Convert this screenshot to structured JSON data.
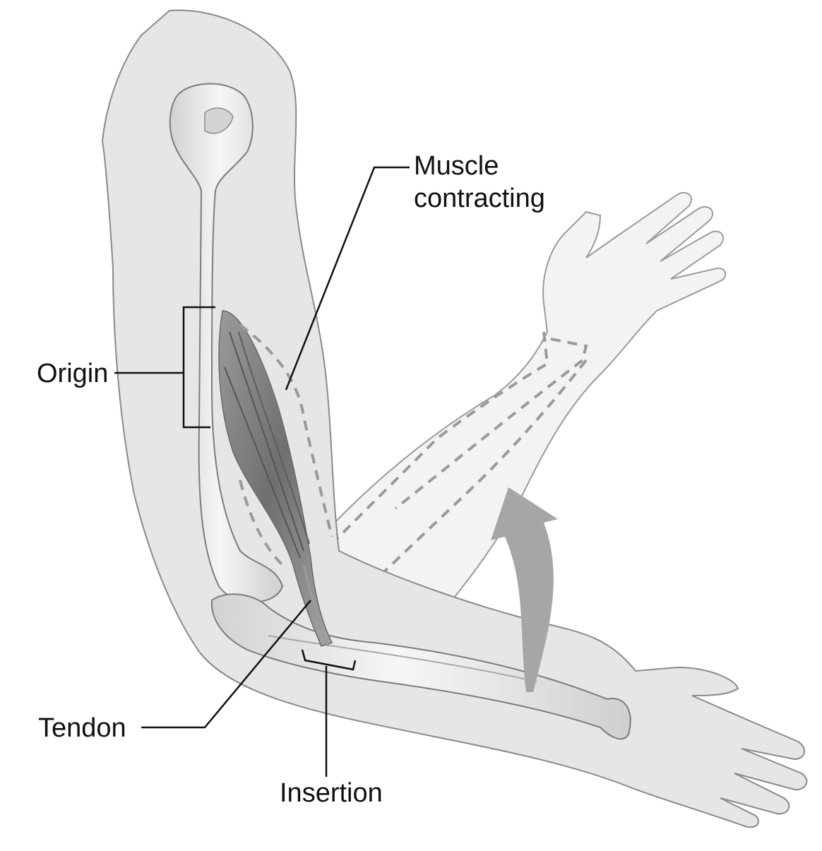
{
  "labels": {
    "muscle_line1": "Muscle",
    "muscle_line2": "contracting",
    "origin": "Origin",
    "tendon": "Tendon",
    "insertion": "Insertion"
  },
  "colors": {
    "skin_fill": "#e6e6e6",
    "skin_outline": "#8a8a8a",
    "bone_fill": "#f2f2f2",
    "bone_shadow": "#c9c9c9",
    "muscle": "#8c8c8c",
    "dashed_line": "#9a9a9a",
    "arrow": "#a6a6a6",
    "leader_line": "#111111"
  }
}
